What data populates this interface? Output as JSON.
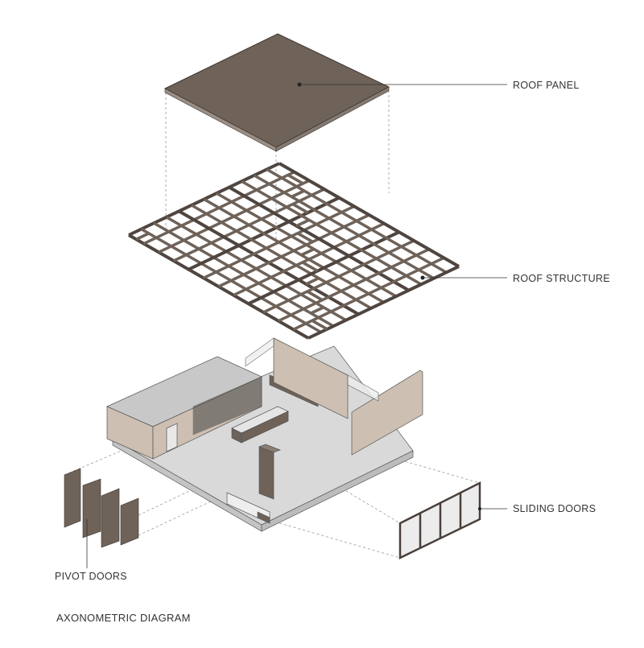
{
  "labels": {
    "roof_panel": "ROOF PANEL",
    "roof_structure": "ROOF STRUCTURE",
    "sliding_doors": "SLIDING DOORS",
    "pivot_doors": "PIVOT DOORS",
    "title": "AXONOMETRIC DIAGRAM"
  },
  "colors": {
    "timber": "#6e6259",
    "timber_dark": "#4f4540",
    "brick": "#cdbfb2",
    "slab": "#d9d9d9",
    "glass": "#ececec",
    "line": "#333333"
  }
}
